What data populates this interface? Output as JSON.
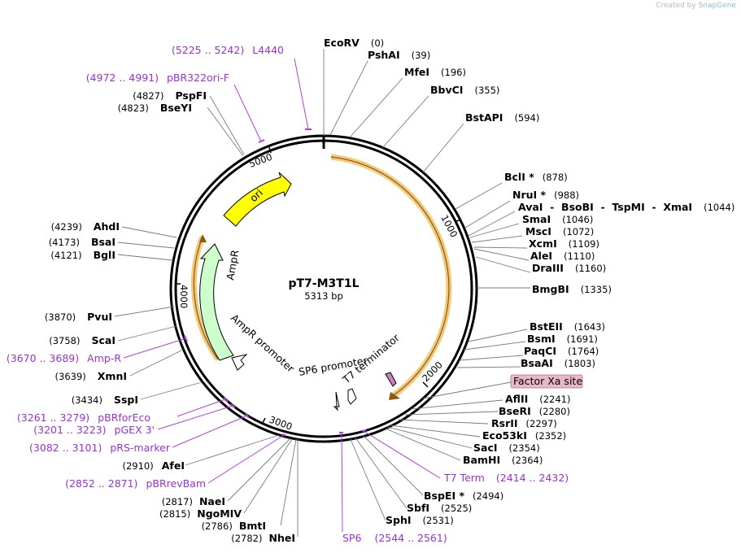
{
  "credit": {
    "prefix": "Created by",
    "brand": "SnapGene"
  },
  "plasmid": {
    "name": "pT7-M3T1L",
    "size_text": "5313 bp"
  },
  "colors": {
    "ori": "#ffff00",
    "ampr": "#ccffcc",
    "orf": "#f5c97b",
    "primer": "#9a30d8",
    "highlight_site": "#e8b8c8"
  },
  "ticks": [
    "1000",
    "2000",
    "3000",
    "4000",
    "5000"
  ],
  "features": [
    {
      "label": "ori",
      "color": "#ffff00"
    },
    {
      "label": "AmpR",
      "color": "#ccffcc"
    },
    {
      "label": "AmpR promoter",
      "color": "#ffffff"
    },
    {
      "label": "SP6 promoter",
      "color": "#ffffff"
    },
    {
      "label": "T7 terminator",
      "color": "#d080c0"
    }
  ],
  "sites": [
    {
      "name": "EcoRV",
      "pos": "(0)"
    },
    {
      "name": "PshAI",
      "pos": "(39)"
    },
    {
      "name": "MfeI",
      "pos": "(196)"
    },
    {
      "name": "BbvCI",
      "pos": "(355)"
    },
    {
      "name": "BstAPI",
      "pos": "(594)"
    },
    {
      "name": "BclI *",
      "pos": "(878)"
    },
    {
      "name": "NruI *",
      "pos": "(988)"
    },
    {
      "name": "AvaI  -  BsoBI  -  TspMI  -  XmaI",
      "pos": "(1044)"
    },
    {
      "name": "SmaI",
      "pos": "(1046)"
    },
    {
      "name": "MscI",
      "pos": "(1072)"
    },
    {
      "name": "XcmI",
      "pos": "(1109)"
    },
    {
      "name": "AleI",
      "pos": "(1110)"
    },
    {
      "name": "DraIII",
      "pos": "(1160)"
    },
    {
      "name": "BmgBI",
      "pos": "(1335)"
    },
    {
      "name": "BstEII",
      "pos": "(1643)"
    },
    {
      "name": "BsmI",
      "pos": "(1691)"
    },
    {
      "name": "PaqCI",
      "pos": "(1764)"
    },
    {
      "name": "BsaAI",
      "pos": "(1803)"
    },
    {
      "name": "Factor Xa site",
      "pos": ""
    },
    {
      "name": "AflII",
      "pos": "(2241)"
    },
    {
      "name": "BseRI",
      "pos": "(2280)"
    },
    {
      "name": "RsrII",
      "pos": "(2297)"
    },
    {
      "name": "Eco53kI",
      "pos": "(2352)"
    },
    {
      "name": "SacI",
      "pos": "(2354)"
    },
    {
      "name": "BamHI",
      "pos": "(2364)"
    },
    {
      "name": "BspEI *",
      "pos": "(2494)"
    },
    {
      "name": "SbfI",
      "pos": "(2525)"
    },
    {
      "name": "SphI",
      "pos": "(2531)"
    },
    {
      "name": "NheI",
      "pos": "(2782)"
    },
    {
      "name": "BmtI",
      "pos": "(2786)"
    },
    {
      "name": "NgoMIV",
      "pos": "(2815)"
    },
    {
      "name": "NaeI",
      "pos": "(2817)"
    },
    {
      "name": "AfeI",
      "pos": "(2910)"
    },
    {
      "name": "SspI",
      "pos": "(3434)"
    },
    {
      "name": "XmnI",
      "pos": "(3639)"
    },
    {
      "name": "ScaI",
      "pos": "(3758)"
    },
    {
      "name": "PvuI",
      "pos": "(3870)"
    },
    {
      "name": "BglI",
      "pos": "(4121)"
    },
    {
      "name": "BsaI",
      "pos": "(4173)"
    },
    {
      "name": "AhdI",
      "pos": "(4239)"
    },
    {
      "name": "BseYI",
      "pos": "(4823)"
    },
    {
      "name": "PspFI",
      "pos": "(4827)"
    }
  ],
  "primers": [
    {
      "name": "L4440",
      "range": "(5225 .. 5242)"
    },
    {
      "name": "pBR322ori-F",
      "range": "(4972 .. 4991)"
    },
    {
      "name": "Amp-R",
      "range": "(3670 .. 3689)"
    },
    {
      "name": "pBRforEco",
      "range": "(3261 .. 3279)"
    },
    {
      "name": "pGEX 3'",
      "range": "(3201 .. 3223)"
    },
    {
      "name": "pRS-marker",
      "range": "(3082 .. 3101)"
    },
    {
      "name": "pBRrevBam",
      "range": "(2852 .. 2871)"
    },
    {
      "name": "T7 Term",
      "range": "(2414 .. 2432)"
    },
    {
      "name": "SP6",
      "range": "(2544 .. 2561)"
    }
  ]
}
